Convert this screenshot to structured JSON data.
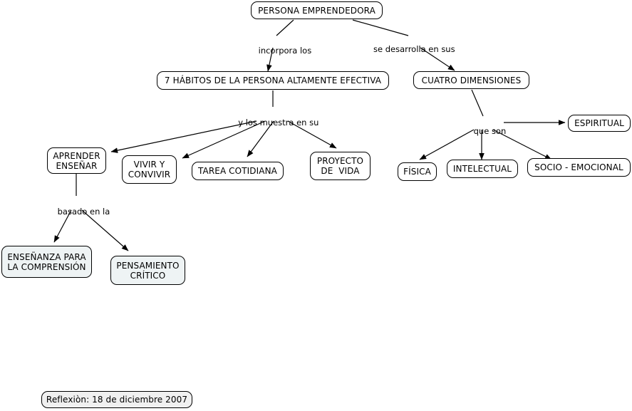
{
  "diagram": {
    "title_node": "PERSONA EMPRENDEDORA",
    "nodes": {
      "root": "PERSONA EMPRENDEDORA",
      "habitos": "7 HÁBITOS DE LA PERSONA ALTAMENTE EFECTIVA",
      "dimensiones": "CUATRO DIMENSIONES",
      "espiritual": "ESPIRITUAL",
      "fisica": "FÍSICA",
      "intelectual": "INTELECTUAL",
      "socio_emocional": "SOCIO - EMOCIONAL",
      "aprender_ensenar": "APRENDER\nENSEÑAR",
      "vivir_convivir": "VIVIR Y\nCONVIVIR",
      "tarea_cotidiana": "TAREA COTIDIANA",
      "proyecto_vida": "PROYECTO\nDE  VIDA",
      "ensenanza_comprension": "ENSEÑANZA PARA\nLA COMPRENSIÓN",
      "pensamiento_critico": "PENSAMIENTO\nCRÍTICO",
      "footer": "Reflexiòn: 18 de diciembre 2007"
    },
    "link_labels": {
      "incorpora": "incorpora los",
      "se_desarrolla": "se desarrolla en sus",
      "y_los_muestra": "y los muestra en su",
      "que_son": "que son",
      "basado_en_la": "basado en la"
    },
    "colors": {
      "stroke": "#000000",
      "node_fill": "#ffffff",
      "tint_fill": "#eef3f4",
      "footer_fill": "#f0f0f0",
      "text": "#000000"
    }
  }
}
